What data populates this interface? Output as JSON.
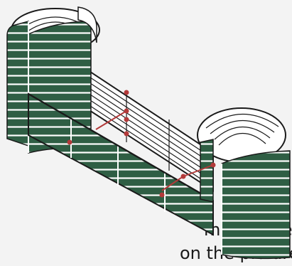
{
  "caption": {
    "line1": "m together as",
    "line2": "on the picture."
  },
  "colors": {
    "background": "#f3f3f3",
    "green_panel": "#2f5e44",
    "white_panel": "#ffffff",
    "outline": "#1a1a1a",
    "connector": "#b33a3a"
  },
  "figure": {
    "description_icon": "corrugated-curved-panels-illustration"
  }
}
